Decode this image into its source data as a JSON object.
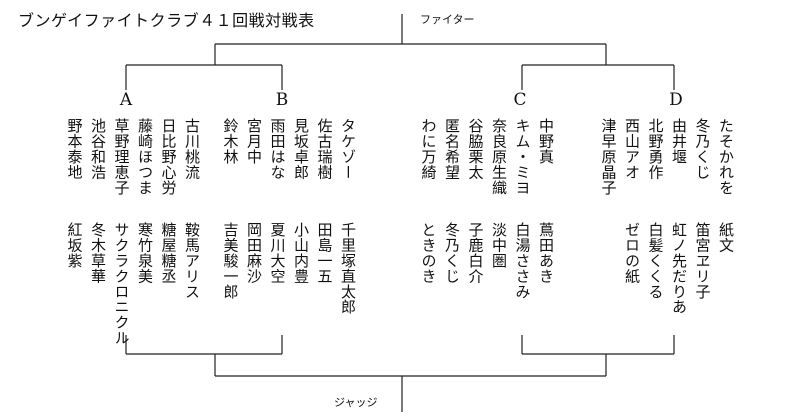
{
  "title": "ブンゲイファイトクラブ４１回戦対戦表",
  "fighter_label": "ファイター",
  "judge_label": "ジャッジ",
  "groups": [
    {
      "letter": "A",
      "fighters": [
        "古川桃流",
        "日比野心労",
        "藤崎ほつま",
        "草野理恵子",
        "池谷和浩",
        "野本泰地"
      ],
      "judges": [
        "鞍馬アリス",
        "糖屋糖丞",
        "寒竹泉美",
        "サクラクロニクル",
        "冬木草華",
        "紅坂紫"
      ]
    },
    {
      "letter": "B",
      "fighters": [
        "タケゾー",
        "佐古瑞樹",
        "見坂卓郎",
        "雨田はな",
        "宮月中",
        "鈴木林"
      ],
      "judges": [
        "千里塚直太郎",
        "田島一五",
        "小山内豊",
        "夏川大空",
        "岡田麻沙",
        "吉美駿一郎"
      ]
    },
    {
      "letter": "C",
      "fighters": [
        "中野真",
        "キム・ミヨ",
        "奈良原生織",
        "谷脇栗太",
        "匿名希望",
        "わに万綺"
      ],
      "judges": [
        "蔦田あき",
        "白湯ささみ",
        "淡中圏",
        "子鹿白介",
        "冬乃くじ",
        "ときのき"
      ]
    },
    {
      "letter": "D",
      "fighters": [
        "たそかれを",
        "冬乃くじ",
        "由井堰",
        "北野勇作",
        "西山アオ",
        "津早原晶子"
      ],
      "judges": [
        "紙文",
        "笛宮ヱリ子",
        "虹ノ先だりあ",
        "白髪くくる",
        "ゼロの紙"
      ]
    }
  ]
}
